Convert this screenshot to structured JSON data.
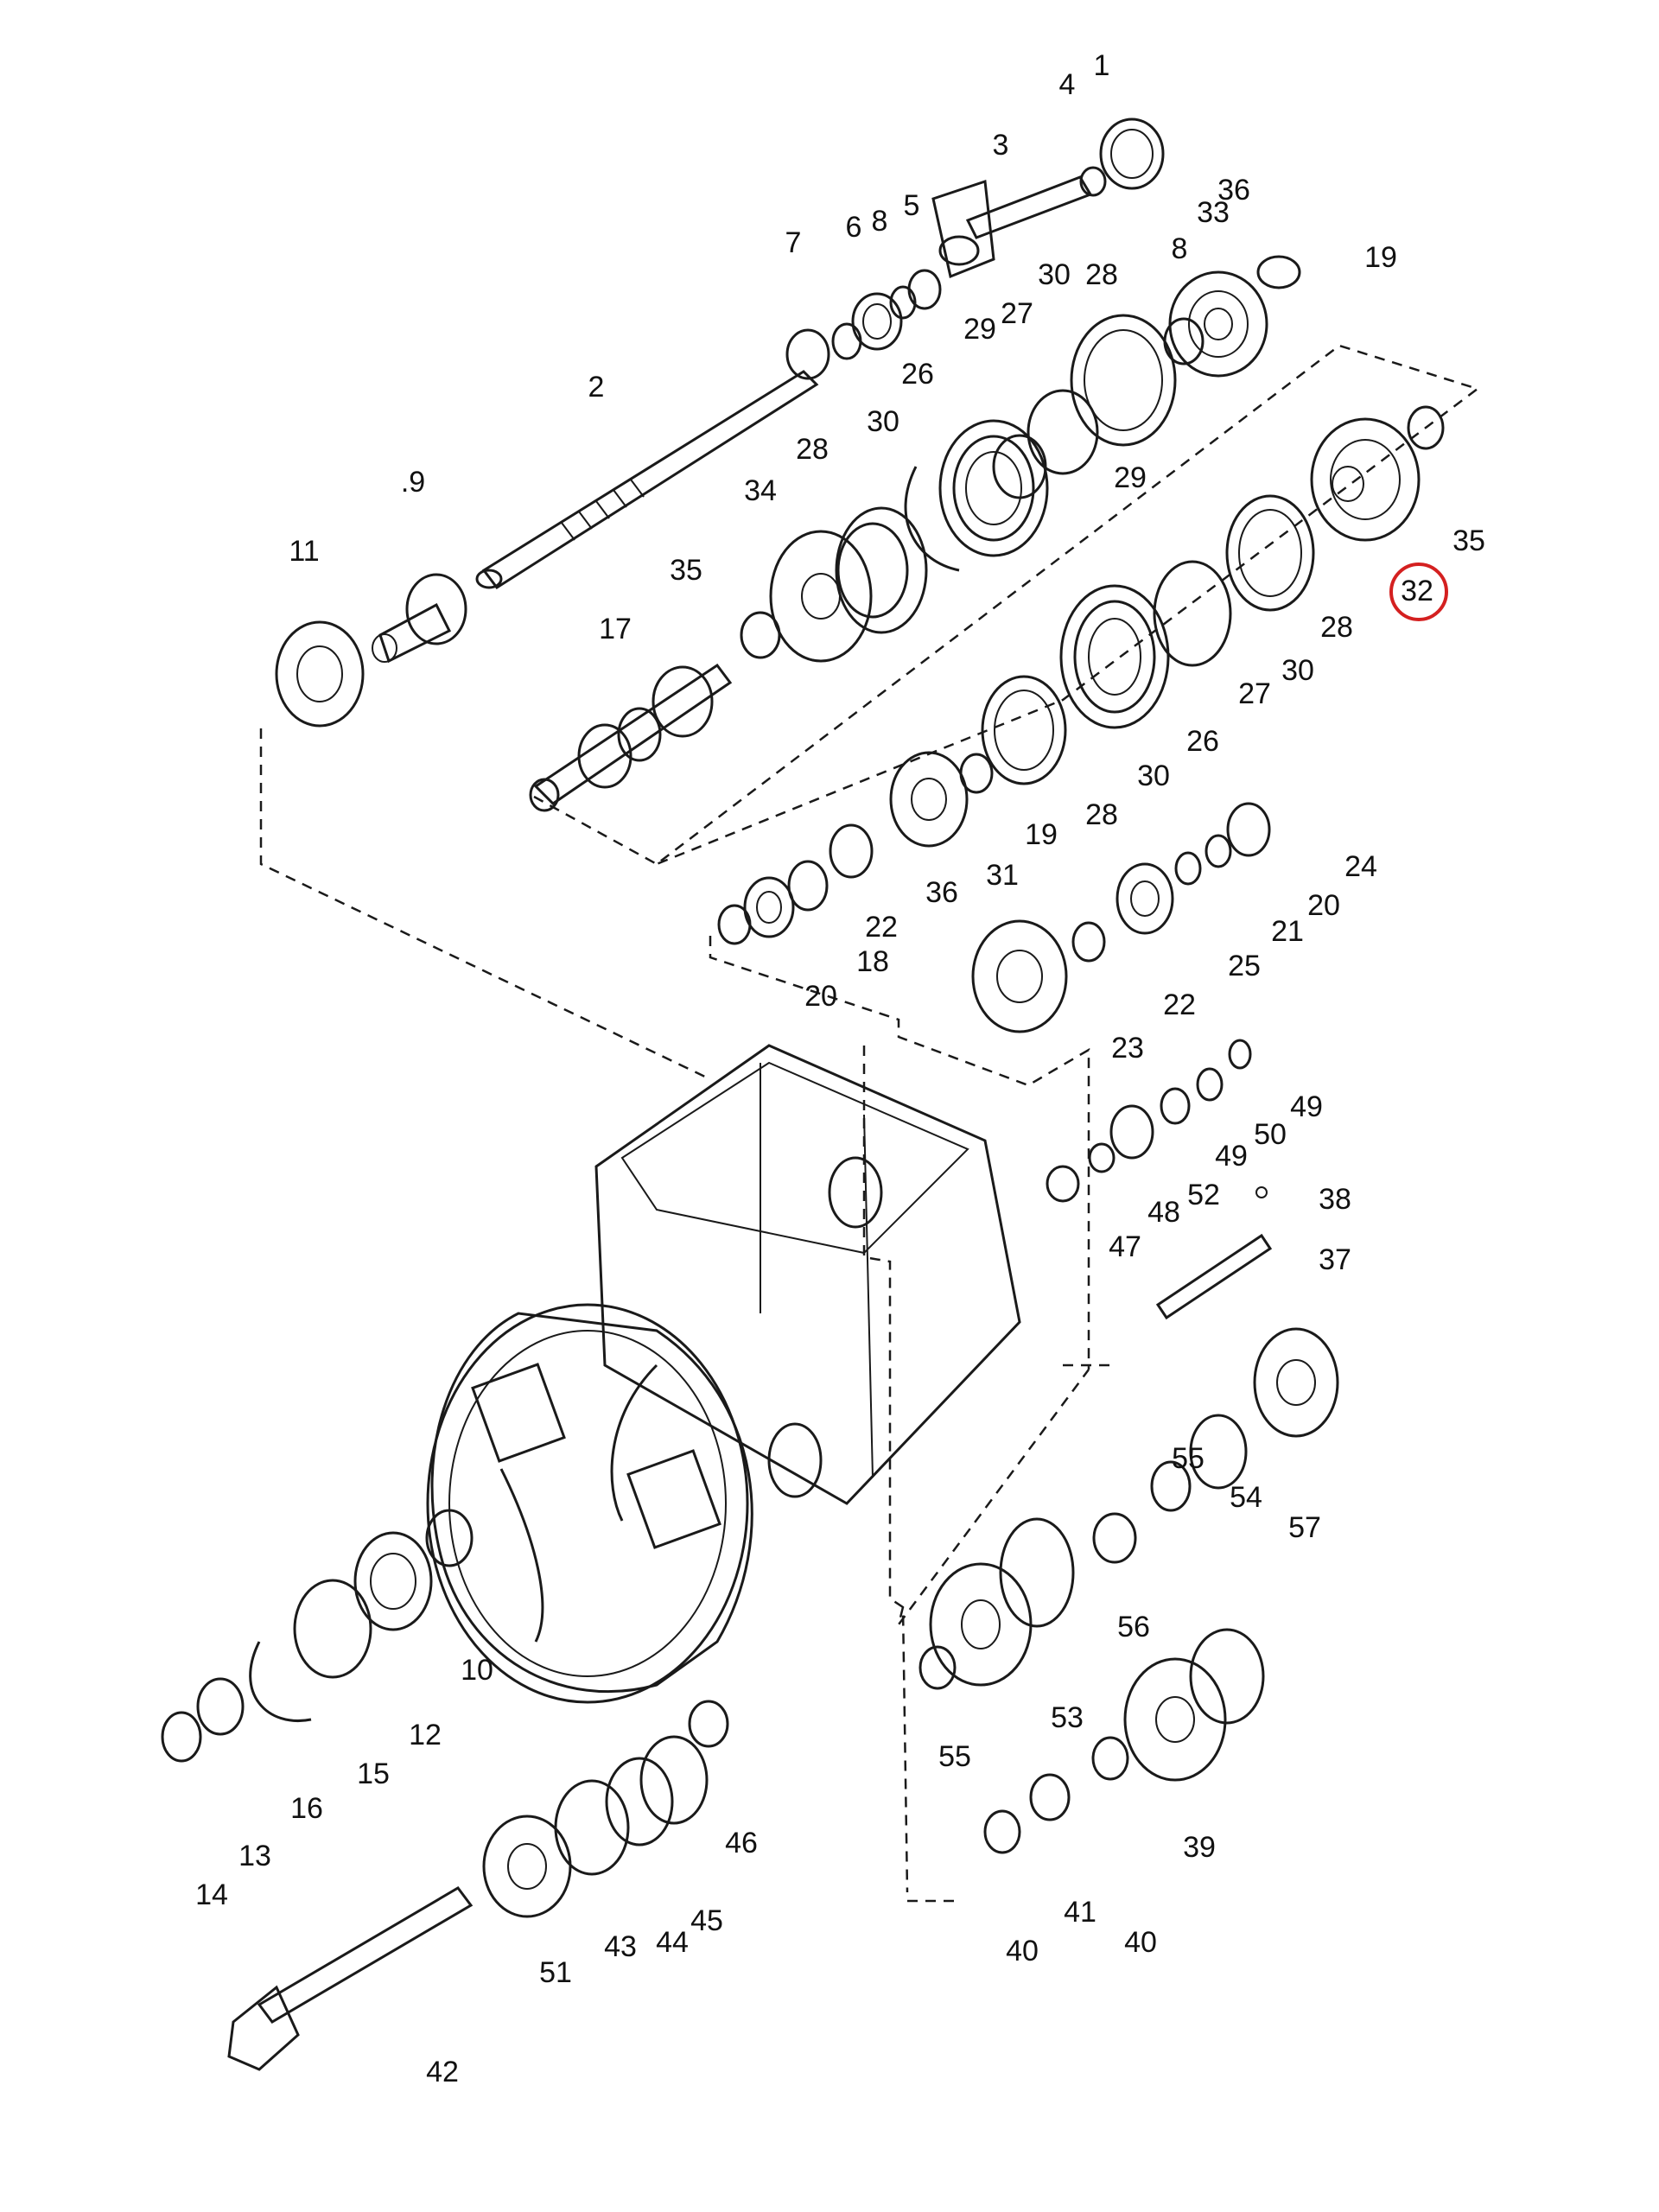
{
  "diagram": {
    "highlight_color": "#d42020",
    "highlighted_callout": "32",
    "callouts": [
      "1",
      "2",
      "3",
      "4",
      "5",
      "6",
      "7",
      "8",
      "8",
      ".9",
      "10",
      "11",
      "12",
      "13",
      "14",
      "15",
      "16",
      "17",
      "18",
      "19",
      "19",
      "20",
      "20",
      "21",
      "22",
      "22",
      "23",
      "24",
      "25",
      "26",
      "26",
      "27",
      "27",
      "28",
      "28",
      "28",
      "28",
      "29",
      "29",
      "30",
      "30",
      "30",
      "30",
      "31",
      "32",
      "33",
      "34",
      "35",
      "35",
      "36",
      "36",
      "37",
      "38",
      "39",
      "40",
      "40",
      "41",
      "42",
      "43",
      "44",
      "45",
      "46",
      "47",
      "48",
      "49",
      "49",
      "50",
      "51",
      "52",
      "53",
      "54",
      "55",
      "55",
      "56",
      "57"
    ]
  }
}
